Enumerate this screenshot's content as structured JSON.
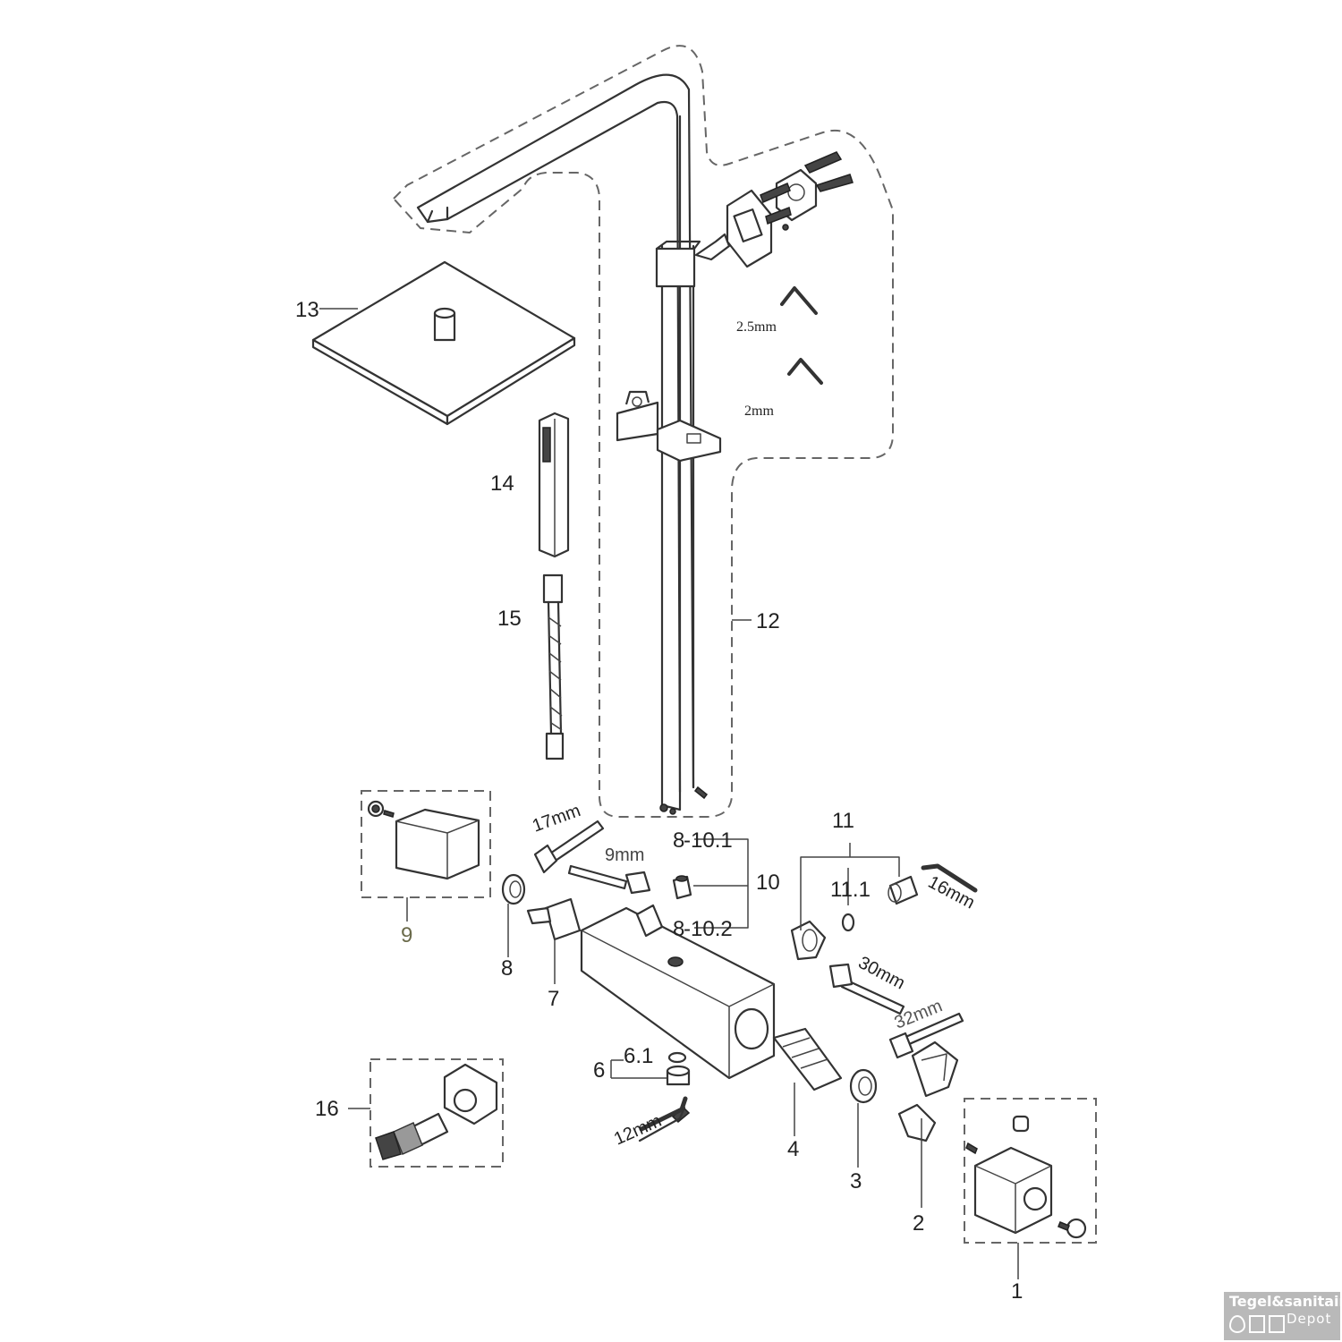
{
  "parts": {
    "p1": "1",
    "p2": "2",
    "p3": "3",
    "p4": "4",
    "p6": "6",
    "p61": "6.1",
    "p7": "7",
    "p8a": "8",
    "p8b": "8",
    "p9": "9",
    "p10": "10",
    "p101": "-10.1",
    "p102": "-10.2",
    "p11": "11",
    "p111": "11.1",
    "p12": "12",
    "p13": "13",
    "p14": "14",
    "p15": "15",
    "p16": "16"
  },
  "dimensions": {
    "d25": "2.5mm",
    "d2": "2mm",
    "d17": "17mm",
    "d9": "9mm",
    "d16": "16mm",
    "d30": "30mm",
    "d32": "32mm",
    "d12": "12mm"
  },
  "logo": {
    "brand": "Tegel&sanitair",
    "sub": "Depot"
  },
  "colors": {
    "line": "#333333",
    "dash": "#666666",
    "logo_bg": "#b9b9b9"
  }
}
